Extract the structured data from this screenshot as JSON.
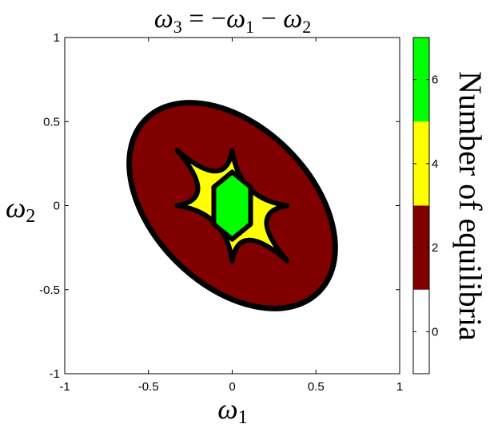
{
  "chart_data": {
    "type": "heatmap",
    "title": {
      "var_lhs": "ω",
      "sub_lhs": "3",
      "eq": " = −",
      "var_a": "ω",
      "sub_a": "1",
      "minus": " − ",
      "var_b": "ω",
      "sub_b": "2"
    },
    "xlabel": {
      "var": "ω",
      "sub": "1"
    },
    "ylabel": {
      "var": "ω",
      "sub": "2"
    },
    "xlim": [
      -1,
      1
    ],
    "ylim": [
      -1,
      1
    ],
    "xticks": [
      -1,
      -0.5,
      0,
      0.5,
      1
    ],
    "yticks": [
      -1,
      -0.5,
      0,
      0.5,
      1
    ],
    "xtick_labels": [
      "-1",
      "-0.5",
      "0",
      "0.5",
      "1"
    ],
    "ytick_labels": [
      "-1",
      "-0.5",
      "0",
      "0.5",
      "1"
    ],
    "grid": false,
    "colorbar": {
      "label": "Number of equilibria",
      "range": [
        -1,
        7
      ],
      "ticks": [
        0,
        2,
        4,
        6
      ],
      "tick_labels": [
        "0",
        "2",
        "4",
        "6"
      ],
      "bands": [
        {
          "from": -1,
          "to": 1,
          "color": "#ffffff"
        },
        {
          "from": 1,
          "to": 3,
          "color": "#800000"
        },
        {
          "from": 3,
          "to": 5,
          "color": "#ffff00"
        },
        {
          "from": 5,
          "to": 7,
          "color": "#00ff00"
        }
      ]
    },
    "regions": {
      "outside": {
        "equilibria": 0,
        "color": "#ffffff"
      },
      "ellipse": {
        "equilibria": 2,
        "color": "#800000",
        "center": [
          0,
          0
        ],
        "semi_major": 0.73,
        "semi_minor": 0.47,
        "angle_deg": -45
      },
      "star": {
        "equilibria": 4,
        "color": "#ffff00",
        "points": [
          [
            -0.33,
            0.33
          ],
          [
            0,
            0.33
          ],
          [
            0.33,
            0
          ],
          [
            0.33,
            -0.33
          ],
          [
            0,
            -0.33
          ],
          [
            -0.33,
            0
          ]
        ]
      },
      "center": {
        "equilibria": 6,
        "color": "#00ff00",
        "vertices": [
          [
            -0.11,
            0.11
          ],
          [
            0,
            0.2
          ],
          [
            0.11,
            0.11
          ],
          [
            0.11,
            -0.11
          ],
          [
            0,
            -0.2
          ],
          [
            -0.11,
            -0.11
          ]
        ]
      }
    },
    "boundary_color": "#000000"
  }
}
